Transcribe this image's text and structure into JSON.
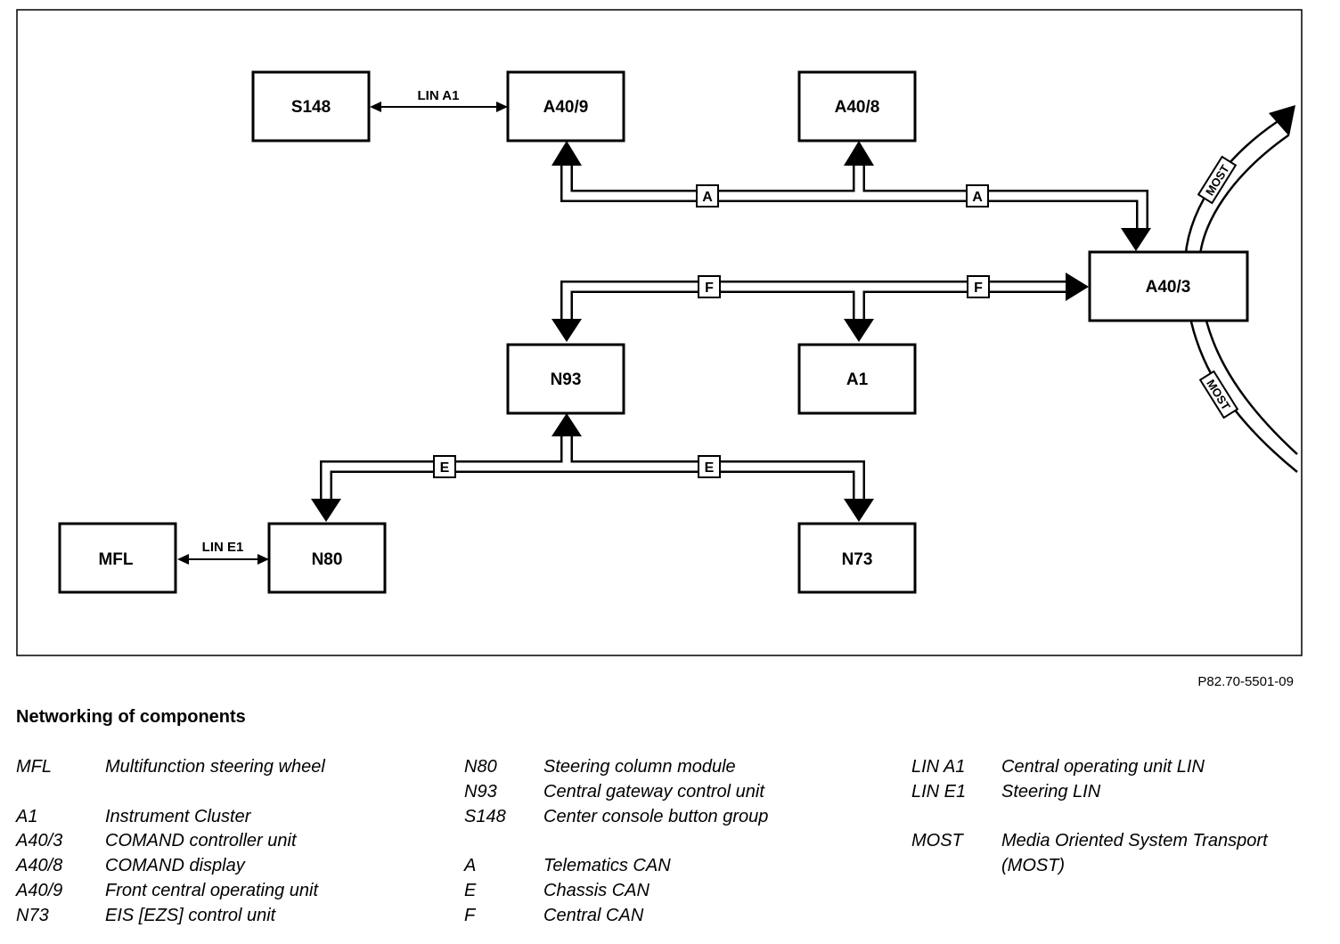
{
  "diagram": {
    "boxes": {
      "s148": "S148",
      "a40_9": "A40/9",
      "a40_8": "A40/8",
      "a40_3": "A40/3",
      "n93": "N93",
      "a1": "A1",
      "mfl": "MFL",
      "n80": "N80",
      "n73": "N73"
    },
    "lin_a1": "LIN A1",
    "lin_e1": "LIN E1",
    "bus_tags": {
      "a": "A",
      "f": "F",
      "e": "E"
    },
    "most_label": "MOST"
  },
  "figure_ref": "P82.70-5501-09",
  "legend_title": "Networking of components",
  "legend": {
    "col1": [
      {
        "code": "MFL",
        "text": "Multifunction steering wheel"
      },
      {
        "code": "",
        "text": ""
      },
      {
        "code": "A1",
        "text": "Instrument Cluster"
      },
      {
        "code": "A40/3",
        "text": "COMAND controller unit"
      },
      {
        "code": "A40/8",
        "text": "COMAND display"
      },
      {
        "code": "A40/9",
        "text": "Front central operating unit"
      },
      {
        "code": "N73",
        "text": "EIS [EZS] control unit"
      }
    ],
    "col2": [
      {
        "code": "N80",
        "text": "Steering column module"
      },
      {
        "code": "N93",
        "text": "Central gateway control unit"
      },
      {
        "code": "S148",
        "text": "Center console button group"
      },
      {
        "code": "",
        "text": ""
      },
      {
        "code": "A",
        "text": "Telematics CAN"
      },
      {
        "code": "E",
        "text": "Chassis CAN"
      },
      {
        "code": "F",
        "text": "Central CAN"
      }
    ],
    "col3": [
      {
        "code": "LIN A1",
        "text": "Central operating unit LIN"
      },
      {
        "code": "LIN E1",
        "text": "Steering LIN"
      },
      {
        "code": "",
        "text": ""
      },
      {
        "code": "MOST",
        "text": "Media Oriented System Transport"
      },
      {
        "code": "",
        "text": "(MOST)"
      }
    ]
  }
}
